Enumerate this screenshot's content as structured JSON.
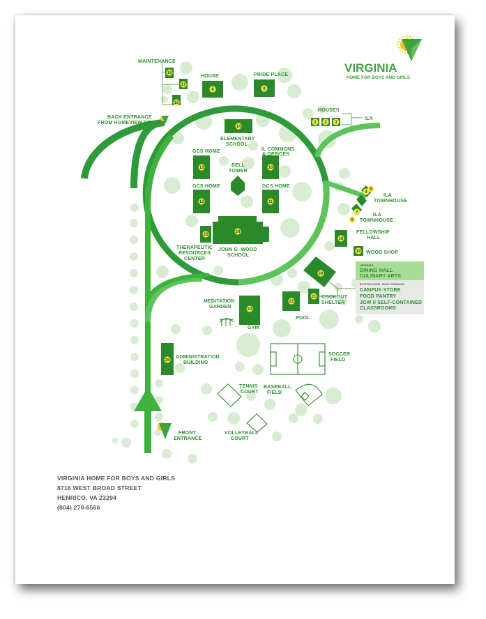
{
  "brand": {
    "name": "VIRGINIA",
    "tagline": "HOME FOR BOYS AND GIRLS"
  },
  "buildings": [
    {
      "num": "1"
    },
    {
      "num": "2"
    },
    {
      "num": "3"
    },
    {
      "num": "4"
    },
    {
      "num": "5"
    },
    {
      "num": "6"
    },
    {
      "num": "7"
    },
    {
      "num": "8"
    },
    {
      "num": "9"
    },
    {
      "num": "10"
    },
    {
      "num": "11"
    },
    {
      "num": "12"
    },
    {
      "num": "13"
    },
    {
      "num": "14"
    },
    {
      "num": "15"
    },
    {
      "num": "16"
    },
    {
      "num": "17"
    },
    {
      "num": "18"
    },
    {
      "num": "19"
    },
    {
      "num": "20"
    },
    {
      "num": "21"
    },
    {
      "num": "22"
    },
    {
      "num": "23"
    },
    {
      "num": "24"
    },
    {
      "num": "25"
    },
    {
      "num": "26"
    }
  ],
  "labels": {
    "maintenance": "MAINTENANCE",
    "house": "HOUSE",
    "pride_place": "PRIDE PLACE",
    "houses": "HOUSES",
    "ila": "ILA",
    "back_entrance_1": "BACK ENTRANCE",
    "back_entrance_2": "FROM HOMEVIEW DRIVE",
    "elementary_1": "ELEMENTARY",
    "elementary_2": "SCHOOL",
    "il_commons_1": "IL COMMONS",
    "il_commons_2": "& OFFICES",
    "gcs_home_a": "GCS HOME",
    "gcs_home_b": "GCS HOME",
    "gcs_home_c": "GCS HOME",
    "bell_1": "BELL",
    "bell_2": "TOWER",
    "ila_townhouse_a1": "ILA",
    "ila_townhouse_a2": "TOWNHOUSE",
    "ila_townhouse_b1": "ILA",
    "ila_townhouse_b2": "TOWNHOUSE",
    "fellowship_1": "FELLOWSHIP",
    "fellowship_2": "HALL",
    "therapeutic_1": "THERAPEUTIC",
    "therapeutic_2": "RESOURCES",
    "therapeutic_3": "CENTER",
    "wood_school_1": "JOHN G. WOOD",
    "wood_school_2": "SCHOOL",
    "wood_shop": "WOOD SHOP",
    "meditation_1": "MEDITATION",
    "meditation_2": "GARDEN",
    "gym": "GYM",
    "pool": "POOL",
    "cookout_1": "COOKOUT",
    "cookout_2": "SHELTER",
    "admin_1": "ADMINISTRATION",
    "admin_2": "BUILDING",
    "soccer_1": "SOCCER",
    "soccer_2": "FIELD",
    "tennis_1": "TENNIS",
    "tennis_2": "COURT",
    "baseball_1": "BASEBALL",
    "baseball_2": "FIELD",
    "volleyball_1": "VOLLEYBALL",
    "volleyball_2": "COURT",
    "front_1": "FRONT",
    "front_2": "ENTRANCE"
  },
  "dining_box": {
    "upstairs_tag": "UPSTAIRS:",
    "upstairs": [
      "DINING HALL",
      "CULINARY ARTS"
    ],
    "bottom_tag": "BOTTOM FLOOR - BACK ENTRANCE:",
    "bottom": [
      "CAMPUS STORE",
      "FOOD PANTRY",
      "JGW II SELF-CONTAINED",
      "CLASSROOMS"
    ]
  },
  "address": {
    "org": "VIRGINIA HOME FOR BOYS AND GIRLS",
    "street": "8716 WEST BROAD STREET",
    "city": "HENRICO, VA 23294",
    "phone": "(804) 270-6566"
  },
  "colors": {
    "dark_green": "#2e9a3a",
    "light_green": "#5cc45a",
    "building": "#2a8a2a",
    "number_circle": "#f2e24a",
    "tree": "#d6ebd0",
    "brand_yellow": "#f5c31c"
  }
}
